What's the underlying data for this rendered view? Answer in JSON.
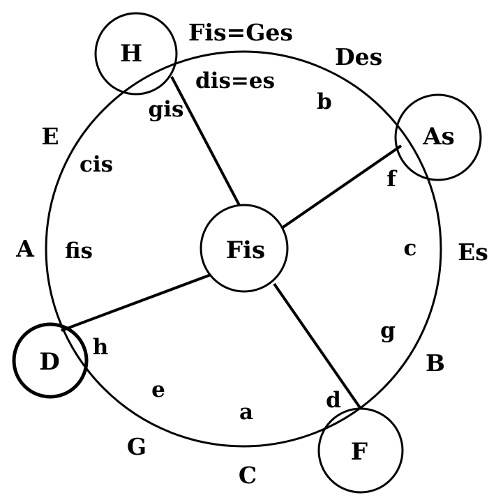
{
  "diagram": {
    "center": "Fis",
    "vertices": {
      "top_left": "H",
      "right": "As",
      "bottom_left": "D",
      "bottom_right": "F"
    },
    "outer_labels": {
      "top": "Fis=Ges",
      "top_right": "Des",
      "upper_left": "E",
      "left": "A",
      "right": "Es",
      "lower_right": "B",
      "bottom_left": "G",
      "bottom": "C"
    },
    "inner_labels": {
      "top": "dis=es",
      "top_right": "b",
      "top_left": "gis",
      "upper_left": "cis",
      "left": "fis",
      "right_upper": "f",
      "right": "c",
      "right_lower": "g",
      "bottom_left_near": "h",
      "bottom_left": "e",
      "bottom": "a",
      "bottom_right": "d"
    },
    "colors": {
      "ink": "#000000",
      "paper": "#ffffff"
    }
  }
}
